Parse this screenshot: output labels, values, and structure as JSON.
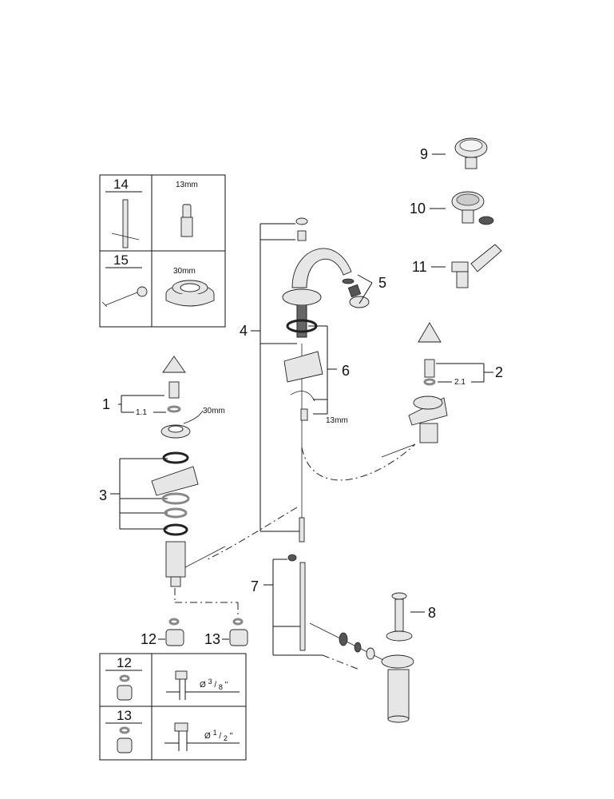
{
  "callouts": {
    "c1": "1",
    "c1_1": "1.1",
    "c2": "2",
    "c2_1": "2.1",
    "c3": "3",
    "c4": "4",
    "c5": "5",
    "c6": "6",
    "c7": "7",
    "c8": "8",
    "c9": "9",
    "c10": "10",
    "c11": "11",
    "c12": "12",
    "c13": "13"
  },
  "dimensions": {
    "d30_left": "30mm",
    "d13_center": "13mm"
  },
  "tools_box": {
    "row14": {
      "num": "14",
      "size": "13mm"
    },
    "row15": {
      "num": "15",
      "size": "30mm"
    }
  },
  "fittings_box": {
    "row12": {
      "num": "12",
      "dia_prefix": "Ø",
      "dia_num": "3",
      "dia_den": "8",
      "dia_unit": "\""
    },
    "row13": {
      "num": "13",
      "dia_prefix": "Ø",
      "dia_num": "1",
      "dia_den": "2",
      "dia_unit": "\""
    }
  },
  "icons": [
    "faucet-spout",
    "handle-cap",
    "valve-cartridge",
    "wrench",
    "socket-tool",
    "flange-nut",
    "drain-assembly",
    "pop-up-rod",
    "hose",
    "compression-nut",
    "washer",
    "decorative-button",
    "lever-handle"
  ]
}
